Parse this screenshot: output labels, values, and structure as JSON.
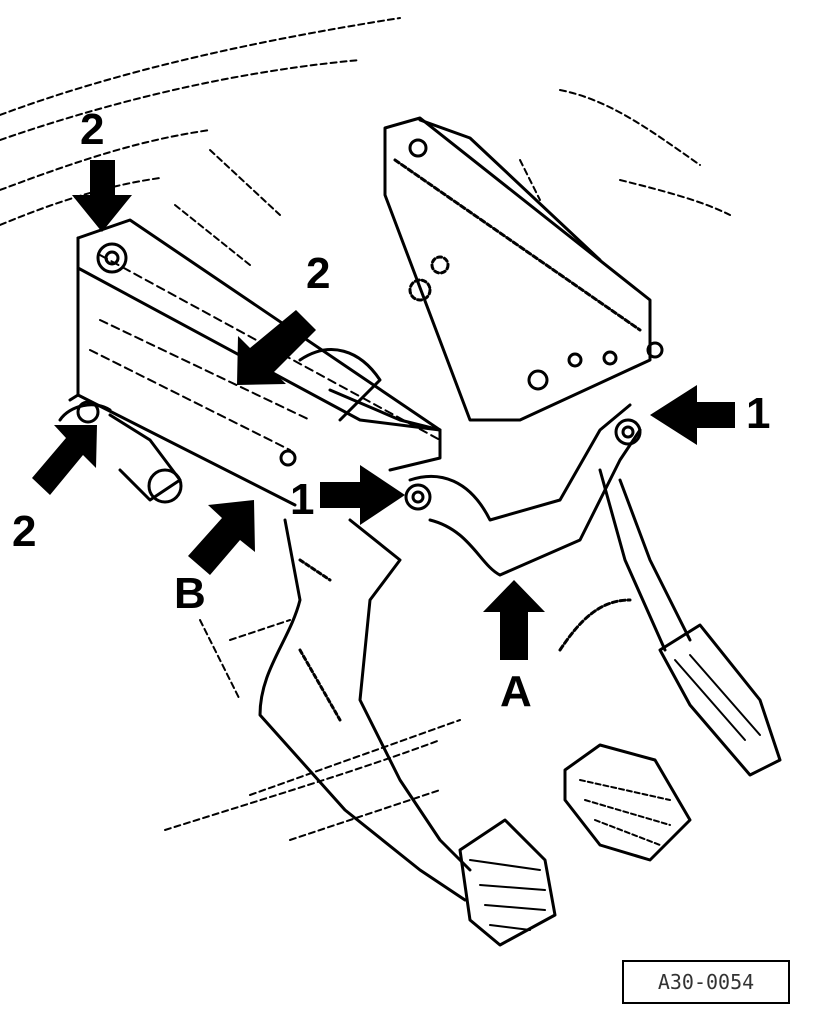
{
  "callouts": {
    "c2_topleft": "2",
    "c2_middle": "2",
    "c2_bottomleft": "2",
    "c1_right": "1",
    "c1_center": "1",
    "cA": "A",
    "cB": "B"
  },
  "reference_code": "A30-0054",
  "icons": {
    "arrow": "arrow-icon"
  }
}
